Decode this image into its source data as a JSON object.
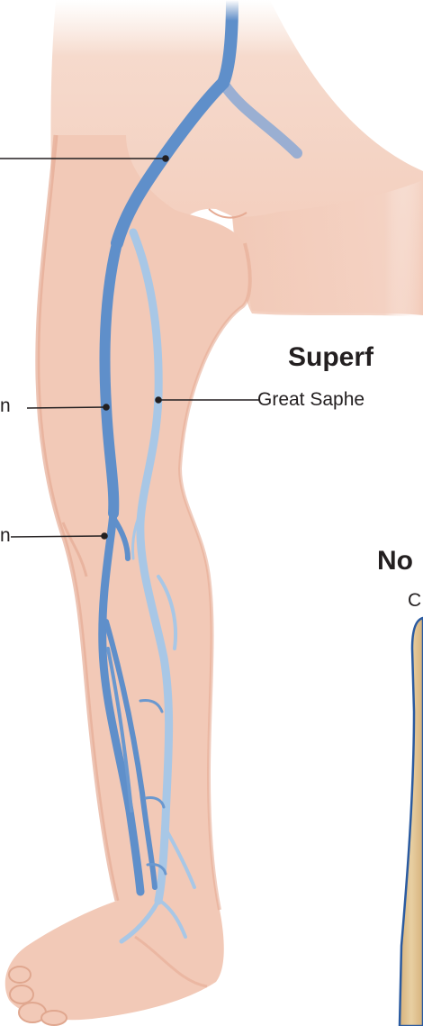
{
  "labels": {
    "superficial_heading": "Superf",
    "great_saphenous": "Great Saphe",
    "normal_heading": "No",
    "normal_sub": "C",
    "left_label_1": "n",
    "left_label_2": "n"
  },
  "colors": {
    "skin": "#f2c9b7",
    "skin_shadow": "#e6ab94",
    "deep_vein": "#5f8fca",
    "superficial_vein": "#a8c7e6",
    "leader_line": "#231f20",
    "cross_section_fill": "#dfc08e",
    "cross_section_outline": "#2a5aa0"
  }
}
